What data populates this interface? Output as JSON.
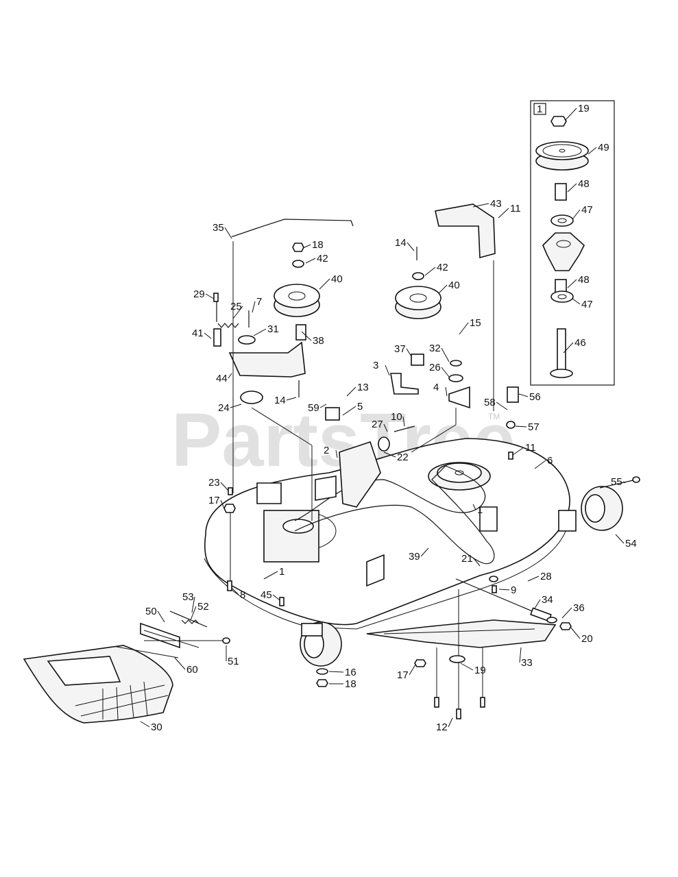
{
  "watermark": {
    "text": "PartsTree",
    "trademark": "TM"
  },
  "inset_box_label": "1",
  "callouts": [
    {
      "id": "c19a",
      "text": "19"
    },
    {
      "id": "c49",
      "text": "49"
    },
    {
      "id": "c48a",
      "text": "48"
    },
    {
      "id": "c47a",
      "text": "47"
    },
    {
      "id": "c48b",
      "text": "48"
    },
    {
      "id": "c47b",
      "text": "47"
    },
    {
      "id": "c46",
      "text": "46"
    },
    {
      "id": "c35",
      "text": "35"
    },
    {
      "id": "c18a",
      "text": "18"
    },
    {
      "id": "c42a",
      "text": "42"
    },
    {
      "id": "c40a",
      "text": "40"
    },
    {
      "id": "c29",
      "text": "29"
    },
    {
      "id": "c25",
      "text": "25"
    },
    {
      "id": "c7",
      "text": "7"
    },
    {
      "id": "c41",
      "text": "41"
    },
    {
      "id": "c31",
      "text": "31"
    },
    {
      "id": "c38",
      "text": "38"
    },
    {
      "id": "c44",
      "text": "44"
    },
    {
      "id": "c14a",
      "text": "14"
    },
    {
      "id": "c24",
      "text": "24"
    },
    {
      "id": "c14b",
      "text": "14"
    },
    {
      "id": "c42b",
      "text": "42"
    },
    {
      "id": "c40b",
      "text": "40"
    },
    {
      "id": "c43",
      "text": "43"
    },
    {
      "id": "c11a",
      "text": "11"
    },
    {
      "id": "c15",
      "text": "15"
    },
    {
      "id": "c37",
      "text": "37"
    },
    {
      "id": "c32",
      "text": "32"
    },
    {
      "id": "c26",
      "text": "26"
    },
    {
      "id": "c3",
      "text": "3"
    },
    {
      "id": "c4",
      "text": "4"
    },
    {
      "id": "c13",
      "text": "13"
    },
    {
      "id": "c59",
      "text": "59"
    },
    {
      "id": "c5",
      "text": "5"
    },
    {
      "id": "c10",
      "text": "10"
    },
    {
      "id": "c27",
      "text": "27"
    },
    {
      "id": "c22",
      "text": "22"
    },
    {
      "id": "c2",
      "text": "2"
    },
    {
      "id": "c58",
      "text": "58"
    },
    {
      "id": "c56",
      "text": "56"
    },
    {
      "id": "c57",
      "text": "57"
    },
    {
      "id": "c11b",
      "text": "11"
    },
    {
      "id": "c6",
      "text": "6"
    },
    {
      "id": "c55",
      "text": "55"
    },
    {
      "id": "c54",
      "text": "54"
    },
    {
      "id": "c23",
      "text": "23"
    },
    {
      "id": "c17a",
      "text": "17"
    },
    {
      "id": "c1a",
      "text": "1"
    },
    {
      "id": "c8",
      "text": "8"
    },
    {
      "id": "c45",
      "text": "45"
    },
    {
      "id": "c39",
      "text": "39"
    },
    {
      "id": "c21",
      "text": "21"
    },
    {
      "id": "c28",
      "text": "28"
    },
    {
      "id": "c9",
      "text": "9"
    },
    {
      "id": "c34",
      "text": "34"
    },
    {
      "id": "c36",
      "text": "36"
    },
    {
      "id": "c20",
      "text": "20"
    },
    {
      "id": "c33",
      "text": "33"
    },
    {
      "id": "c53",
      "text": "53"
    },
    {
      "id": "c52",
      "text": "52"
    },
    {
      "id": "c50",
      "text": "50"
    },
    {
      "id": "c60",
      "text": "60"
    },
    {
      "id": "c51",
      "text": "51"
    },
    {
      "id": "c30",
      "text": "30"
    },
    {
      "id": "c16",
      "text": "16"
    },
    {
      "id": "c18b",
      "text": "18"
    },
    {
      "id": "c17b",
      "text": "17"
    },
    {
      "id": "c19b",
      "text": "19"
    },
    {
      "id": "c12",
      "text": "12"
    },
    {
      "id": "c1b",
      "text": "1"
    }
  ]
}
